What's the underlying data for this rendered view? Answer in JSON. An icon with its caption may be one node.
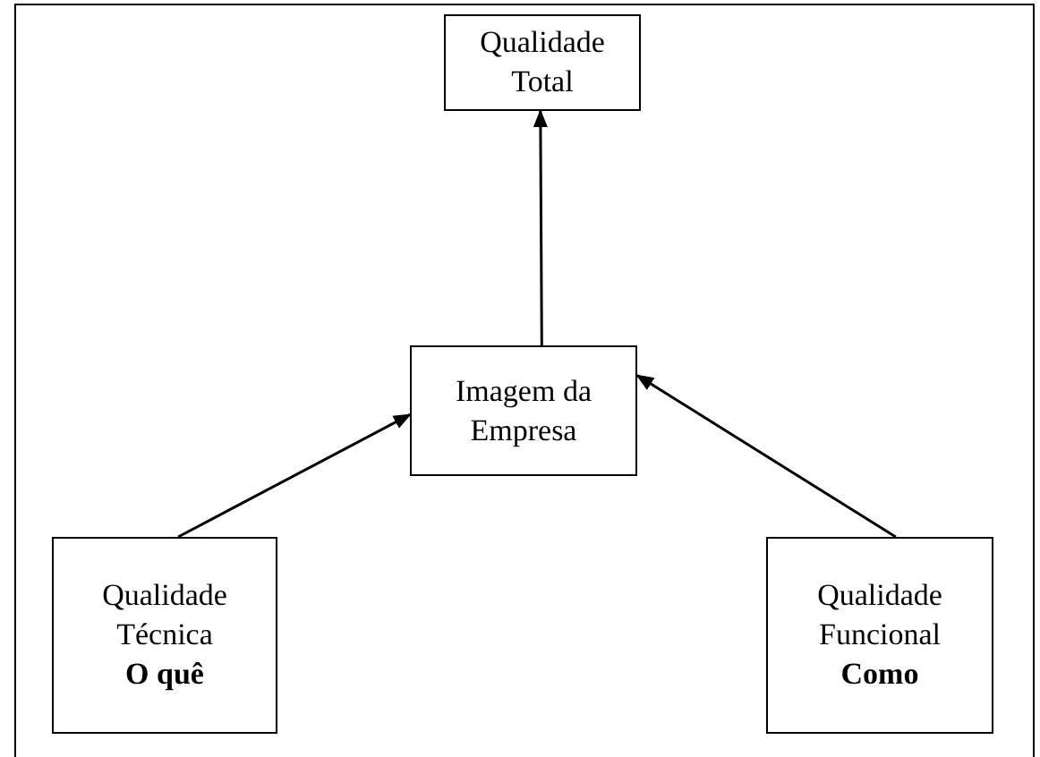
{
  "diagram": {
    "nodes": [
      {
        "text": [
          "Qualidade Total"
        ]
      },
      {
        "text": [
          "Imagem da Empresa"
        ]
      },
      {
        "text": [
          "Qualidade Técnica",
          "O quê"
        ]
      },
      {
        "text": [
          "Qualidade Funcional",
          "Como"
        ]
      }
    ],
    "edges": [
      {
        "from": 1,
        "to": 0,
        "arrow": "to"
      },
      {
        "from": 2,
        "to": 1,
        "arrow": "to"
      },
      {
        "from": 3,
        "to": 1,
        "arrow": "to"
      }
    ]
  }
}
